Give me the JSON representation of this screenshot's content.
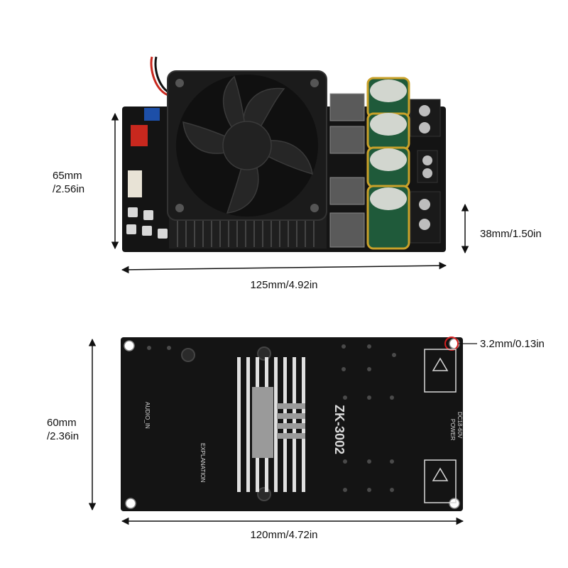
{
  "board_top": {
    "height_label_line1": "65mm",
    "height_label_line2": "/2.56in",
    "component_height_label": "38mm/1.50in",
    "width_label": "125mm/4.92in"
  },
  "board_bottom": {
    "height_label_line1": "60mm",
    "height_label_line2": "/2.36in",
    "hole_label": "3.2mm/0.13in",
    "width_label": "120mm/4.72in",
    "model_text": "ZK-3002",
    "explanation_text": "EXPLANATION",
    "audio_in_text": "AUDIO_IN",
    "power_text": "POWER",
    "dc_text": "DC18-60V"
  },
  "colors": {
    "pcb": "#141414",
    "heatsink": "#1f1f1f",
    "silkscreen": "#d9d9d9",
    "capacitor": "#1f5a3a",
    "dimension_line": "#111111"
  }
}
